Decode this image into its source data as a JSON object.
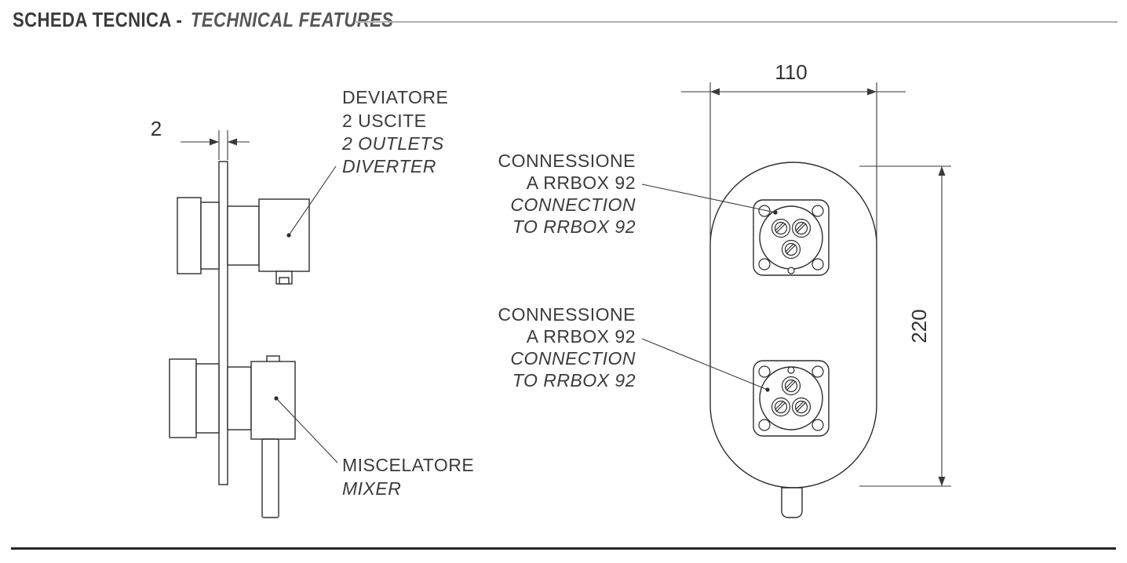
{
  "header": {
    "title_it": "SCHEDA TECNICA -",
    "title_en": "TECHNICAL FEATURES"
  },
  "side_view": {
    "thickness_dim": "2",
    "diverter_label": {
      "l1": "DEVIATORE",
      "l2": "2 USCITE",
      "l3": "2 OUTLETS",
      "l4": "DIVERTER"
    },
    "mixer_label": {
      "l1": "MISCELATORE",
      "l2": "MIXER"
    }
  },
  "front_view": {
    "width_dim": "110",
    "height_dim": "220",
    "connection_top": {
      "l1": "CONNESSIONE",
      "l2": "A RRBOX 92",
      "l3": "CONNECTION",
      "l4": "TO RRBOX 92"
    },
    "connection_bottom": {
      "l1": "CONNESSIONE",
      "l2": "A RRBOX 92",
      "l3": "CONNECTION",
      "l4": "TO RRBOX 92"
    }
  },
  "colors": {
    "line": "#2d2d2d",
    "text": "#3b3b3b",
    "rule_light": "#b3b3b3",
    "rule_dark": "#262626"
  }
}
